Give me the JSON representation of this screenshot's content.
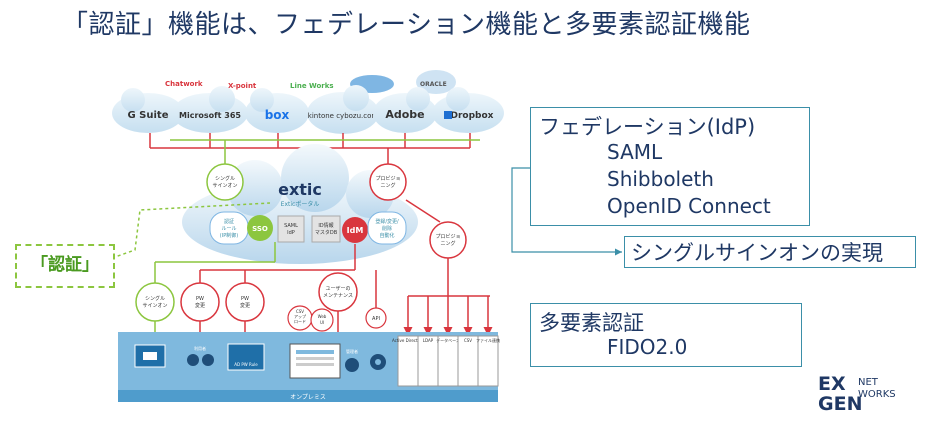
{
  "title": "「認証」機能は、フェデレーション機能と多要素認証機能",
  "callouts": {
    "federation": {
      "heading": "フェデレーション(IdP)",
      "items": [
        "SAML",
        "Shibboleth",
        "OpenID Connect"
      ]
    },
    "sso": "シングルサインオンの実現",
    "mfa": {
      "heading": "多要素認証",
      "items": [
        "FIDO2.0"
      ]
    }
  },
  "auth_label": "「認証」",
  "diagram": {
    "top_services": [
      "Chatwork",
      "X-point",
      "Line Works",
      "ORACLE"
    ],
    "services": [
      "G Suite",
      "Microsoft 365",
      "box",
      "kintone cybozu.com",
      "Adobe",
      "Dropbox"
    ],
    "circles": {
      "sso_top": [
        "シングル",
        "サインオン"
      ],
      "prov_top": [
        "プロビジョ",
        "ニング"
      ],
      "prov_right": [
        "プロビジョ",
        "ニング"
      ],
      "sso_bottom": [
        "シングル",
        "サインオン"
      ],
      "pw1": [
        "PW",
        "変更"
      ],
      "pw2": [
        "PW",
        "変更"
      ],
      "user_maint": [
        "ユーザーの",
        "メンテナンス"
      ],
      "csv": [
        "CSV",
        "アップ",
        "ロード"
      ],
      "webui": [
        "Web",
        "UI"
      ],
      "api": [
        "API"
      ]
    },
    "extic": {
      "logo": "extic",
      "portal": "Exticポータル",
      "auth_rule": [
        "認証",
        "ルール",
        "(IP制御)"
      ],
      "sso": "SSO",
      "saml": [
        "SAML",
        "IdP"
      ],
      "db": [
        "ID情報",
        "マスタDB"
      ],
      "idm": "IdM",
      "sync": [
        "登録/変更/",
        "削除",
        "自動化"
      ]
    },
    "bottom_systems": [
      "Active Directory",
      "LDAP",
      "データベース",
      "CSV",
      "ファイル連携"
    ],
    "onprem": "オンプレミス",
    "onprem_labels": [
      "利用者",
      "AD PW Rule",
      "管理者"
    ]
  },
  "logo": {
    "main": [
      "EX",
      "GEN"
    ],
    "side": [
      "NET",
      "WORKS"
    ]
  }
}
